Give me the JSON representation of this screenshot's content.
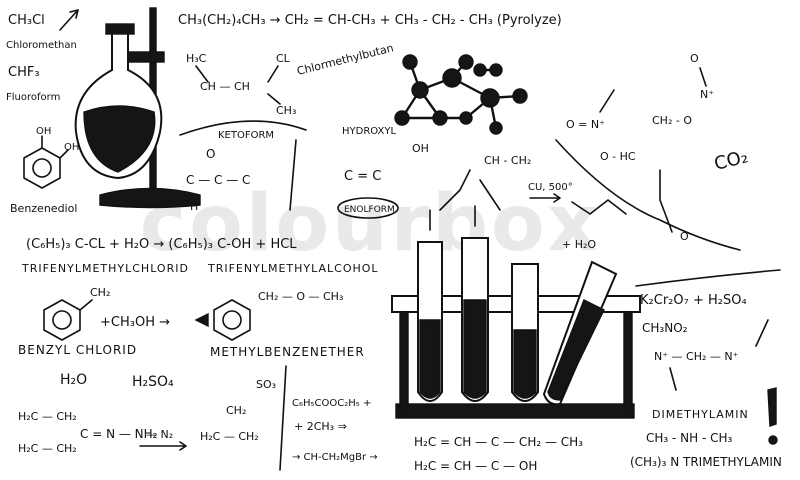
{
  "watermark": "colourbox",
  "text": {
    "chcl3": "CH₃Cl",
    "chloromethane": "Chloromethan",
    "chf3": "CHF₃",
    "fluoroform": "Fluoroform",
    "benzenediol": "Benzenediol",
    "oh_top": "OH",
    "oh_right": "OH",
    "pyrolysis": "CH₃(CH₂)₄CH₃ → CH₂ = CH-CH₃ + CH₃ - CH₂ - CH₃ (Pyrolyze)",
    "chloromethylbutane": "Chlormethylbutan",
    "h3c_a": "H₃C",
    "ch_a": "CH — CH",
    "cl_a": "CL",
    "ch3_a": "CH₃",
    "ketoform": "KETOFORM",
    "o_keto": "O",
    "c_keto": "C — C — C",
    "h_keto": "H",
    "hydroxyl": "HYDROXYL",
    "enolform": "ENOLFORM",
    "oh_enol": "OH",
    "c_enol": "C = C",
    "ch2_right": "CH - CH₂",
    "cu_heat": "CU, 500°",
    "h2o_mid": "+ H₂O",
    "co2": "CO₂",
    "nitro_o1": "O",
    "nitro_n": "N⁺",
    "nitro_o2": "O = N⁺",
    "nitro_ch": "O - HC",
    "nitro_ch2": "CH₂ - O",
    "nitro_minus": "O⁻",
    "trityl_eq": "(C₆H₅)₃ C-CL + H₂O → (C₆H₅)₃ C-OH + HCL",
    "trityl_chloride": "TRIFENYLMETHYLCHLORID",
    "trityl_alcohol": "TRIFENYLMETHYLALCOHOL",
    "ch2cl": "CH₂",
    "plus_ch3oh": "+CH₃OH →",
    "ether_chain": "CH₂ — O — CH₃",
    "benzyl_chloride": "BENZYL CHLORID",
    "methylbenzene_ether": "METHYLBENZENETHER",
    "h2o": "H₂O",
    "h2so4": "H₂SO₄",
    "so3": "SO₃",
    "c6h5": "C₆H₅COOC₂H₅ +",
    "plus_2ch": "+ 2CH₃ ⇒",
    "grignard": "→ CH-CH₂MgBr →",
    "ring_left": "H₂C — CH₂",
    "ring_left2": "H₂C — CH₂",
    "cn": "C = N — NH₂",
    "n2": "— N₂",
    "ring_right": "CH₂",
    "ring_right2": "H₂C — CH₂",
    "butene_1": "H₂C = CH — C — CH₂ — CH₃",
    "butene_2": "H₂C = CH — C — OH",
    "dichromate": "K₂Cr₂O₇ + H₂SO₄",
    "ch3no2": "CH₃NO₂",
    "nitro_chain": "N⁺ — CH₂ — N⁺",
    "dimethylamin": "DIMETHYLAMIN",
    "dma_formula": "CH₃ - NH - CH₃",
    "tma": "(CH₃)₃ N  TRIMETHYLAMIN"
  }
}
